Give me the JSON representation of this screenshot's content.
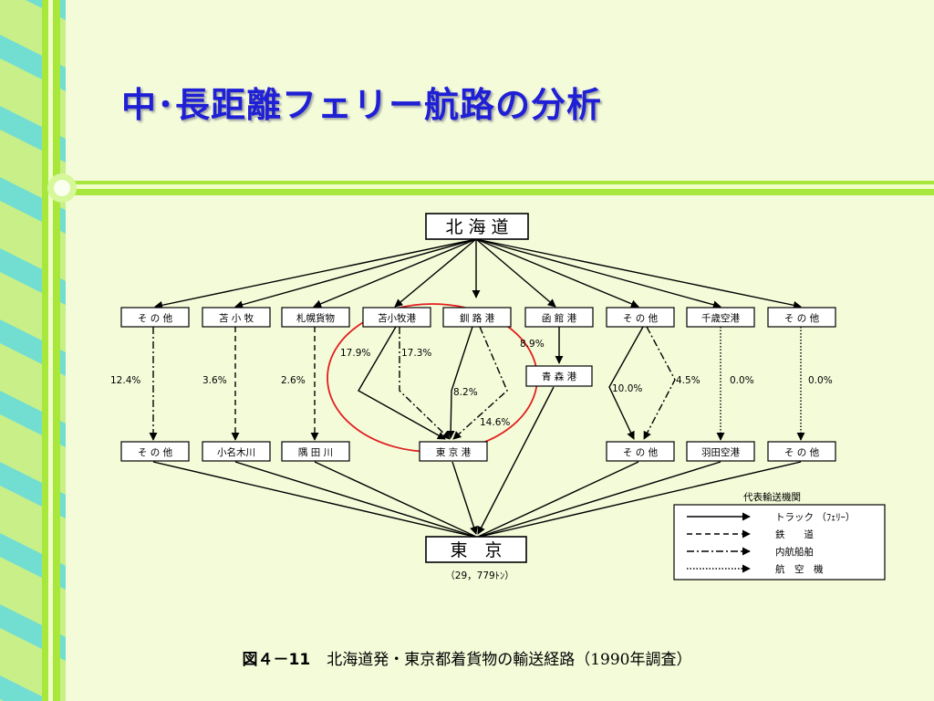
{
  "slide": {
    "title": "中･長距離フェリー航路の分析",
    "colors": {
      "title": "#1f1fd6",
      "background": "#f4fbd9",
      "stripe_green": "#a8e83c",
      "stripe_cyan": "#54d8ea",
      "circle": "#e02020"
    }
  },
  "diagram": {
    "origin": "北 海 道",
    "destination": "東　京",
    "destination_note": "（29，779ﾄﾝ）",
    "ports": [
      "そ の 他",
      "苫 小 牧",
      "札幌貨物",
      "苫小牧港",
      "釧 路 港",
      "函 館 港",
      "そ の 他",
      "千歳空港",
      "そ の 他"
    ],
    "hubs": [
      "そ の 他",
      "小名木川",
      "隅 田 川",
      "東 京 港",
      "そ の 他",
      "羽田空港",
      "そ の 他"
    ],
    "transfer": "青 森 港",
    "shares": {
      "other_ship": "12.4%",
      "tomakomai_rail": "3.6%",
      "sapporo_rail": "2.6%",
      "tomakomai_truck": "17.9%",
      "tomakomai_ship": "17.3%",
      "kushiro_truck": "8.2%",
      "kushiro_ship": "14.6%",
      "hakodate": "8.9%",
      "other_truck": "10.0%",
      "other_ship2": "4.5%",
      "chitose_air": "0.0%",
      "other_air": "0.0%"
    },
    "highlight_color": "#e02020"
  },
  "legend": {
    "title": "代表輸送機関",
    "items": [
      "トラック （ﾌｪﾘｰ）",
      "鉄　　道",
      "内航船舶",
      "航　空　機"
    ]
  },
  "caption": {
    "figure": "図４－11",
    "text": "北海道発・東京都着貨物の輸送経路（1990年調査）"
  }
}
